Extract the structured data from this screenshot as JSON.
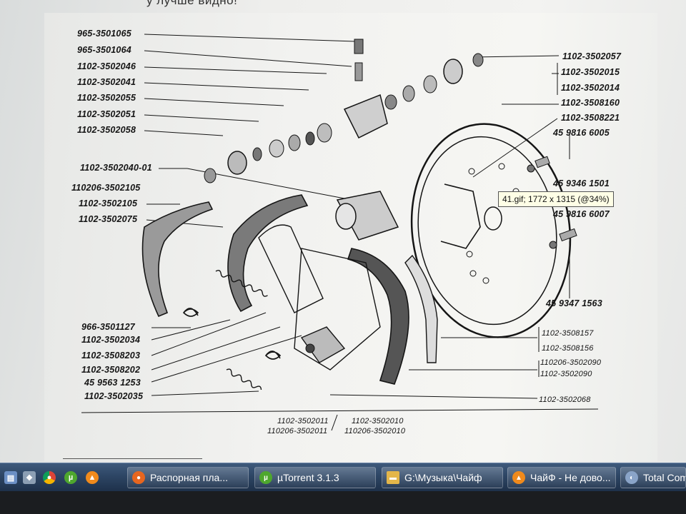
{
  "screen": {
    "caption": "у лучше видно!"
  },
  "diagram": {
    "labels_left": [
      "965-3501065",
      "965-3501064",
      "1102-3502046",
      "1102-3502041",
      "1102-3502055",
      "1102-3502051",
      "1102-3502058",
      "1102-3502040-01",
      "110206-3502105",
      "1102-3502105",
      "1102-3502075",
      "966-3501127",
      "1102-3502034",
      "1102-3508203",
      "1102-3508202",
      "45 9563 1253",
      "1102-3502035"
    ],
    "labels_right": [
      "1102-3502057",
      "1102-3502015",
      "1102-3502014",
      "1102-3508160",
      "1102-3508221",
      "45 9816 6005",
      "45 9346 1501",
      "45 9816 6007",
      "45 9347 1563",
      "1102-3508157",
      "1102-3508156",
      "110206-3502090",
      "1102-3502090",
      "1102-3502068"
    ],
    "labels_bottom": [
      "1102-3502011",
      "1102-3502010",
      "110206-3502011",
      "110206-3502010"
    ]
  },
  "tooltip": {
    "text": "41.gif; 1772 x 1315 (@34%)"
  },
  "taskbar": {
    "tasks": [
      {
        "label": "Распорная пла...",
        "icon": "firefox-icon"
      },
      {
        "label": "µTorrent 3.1.3",
        "icon": "utorrent-icon"
      },
      {
        "label": "G:\\Музыка\\Чайф",
        "icon": "folder-icon"
      },
      {
        "label": "ЧайФ - Не дово...",
        "icon": "media-player-icon"
      },
      {
        "label": "Total Com",
        "icon": "total-commander-icon"
      }
    ],
    "colors": {
      "bar": "#2d4564",
      "firefox": "#e8661f",
      "utorrent": "#4ea72e",
      "folder": "#e3b64a",
      "vlc": "#f08a1c"
    }
  }
}
